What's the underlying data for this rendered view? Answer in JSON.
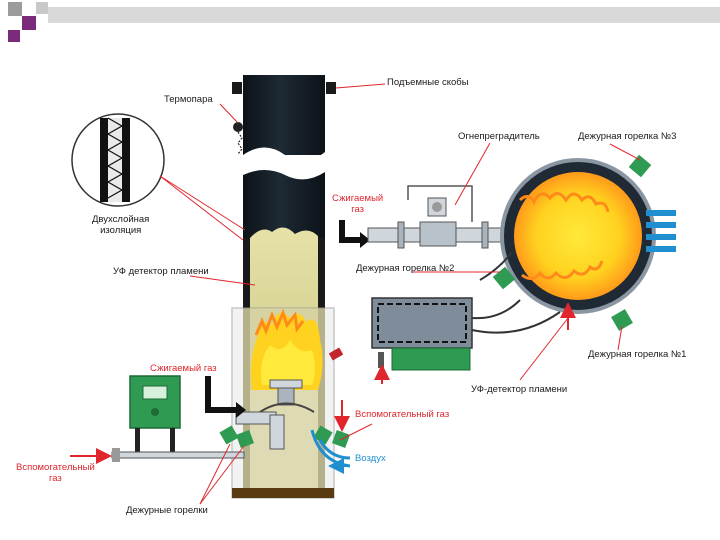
{
  "colors": {
    "header_bar": "#d9d9d9",
    "accent_purple": "#7a2a7a",
    "stack_dark": "#111820",
    "flame_yellow": "#ffd21f",
    "flame_orange": "#ff8a1a",
    "pilot_green": "#2e9a52",
    "gas_arrow_red": "#e0262c",
    "air_arrow_blue": "#1f8fd0",
    "control_box_gray": "#7f8c99"
  },
  "labels": {
    "lifting_brackets": "Подъемные скобы",
    "thermocouple": "Термопара",
    "flame_arrester": "Огнепреградитель",
    "pilot_burner_3": "Дежурная горелка №3",
    "flared_gas_top_line1": "Сжигаемый",
    "flared_gas_top_line2": "газ",
    "double_insulation_line1": "Двухслойная",
    "double_insulation_line2": "изоляция",
    "uv_detector_left": "УФ детектор пламени",
    "pilot_burner_2": "Дежурная горелка №2",
    "pilot_burner_1": "Дежурная горелка №1",
    "uv_detector_right": "УФ-детектор пламени",
    "flared_gas_bottom": "Сжигаемый газ",
    "auxiliary_gas_right": "Вспомогательный газ",
    "air": "Воздух",
    "auxiliary_gas_left_line1": "Вспомогательный",
    "auxiliary_gas_left_line2": "газ",
    "pilot_burners": "Дежурные горелки"
  }
}
